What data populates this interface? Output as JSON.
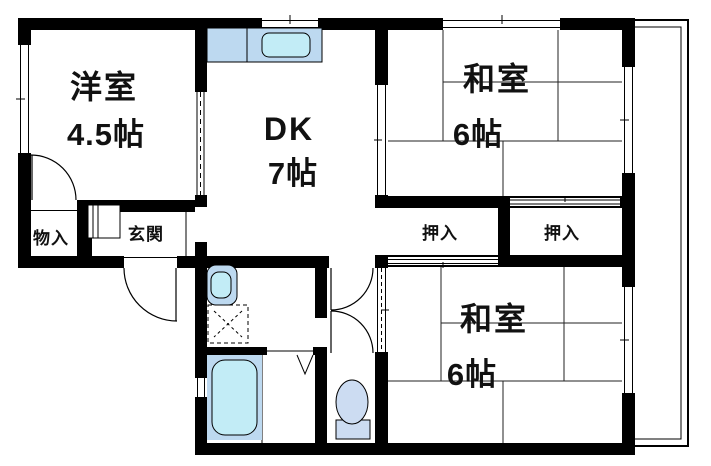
{
  "floorplan": {
    "rooms": {
      "western_room": {
        "label": "洋室",
        "size": "4.5帖"
      },
      "dk": {
        "label": "DK",
        "size": "7帖"
      },
      "japanese_room_top": {
        "label": "和室",
        "size": "6帖"
      },
      "japanese_room_bottom": {
        "label": "和室",
        "size": "6帖"
      },
      "closet_left": {
        "label": "押入"
      },
      "closet_right": {
        "label": "押入"
      },
      "storage": {
        "label": "物入"
      },
      "entrance": {
        "label": "玄関"
      }
    },
    "fixtures": [
      "kitchen-counter",
      "kitchen-sink",
      "wash-basin",
      "washing-machine-pan",
      "bathtub",
      "toilet",
      "balcony"
    ],
    "colors": {
      "wall": "#000000",
      "fixture_blue": "#bdd9f0",
      "water_cyan": "#c2ecf6",
      "toilet_blue": "#ccdcf2",
      "background": "#ffffff"
    }
  }
}
